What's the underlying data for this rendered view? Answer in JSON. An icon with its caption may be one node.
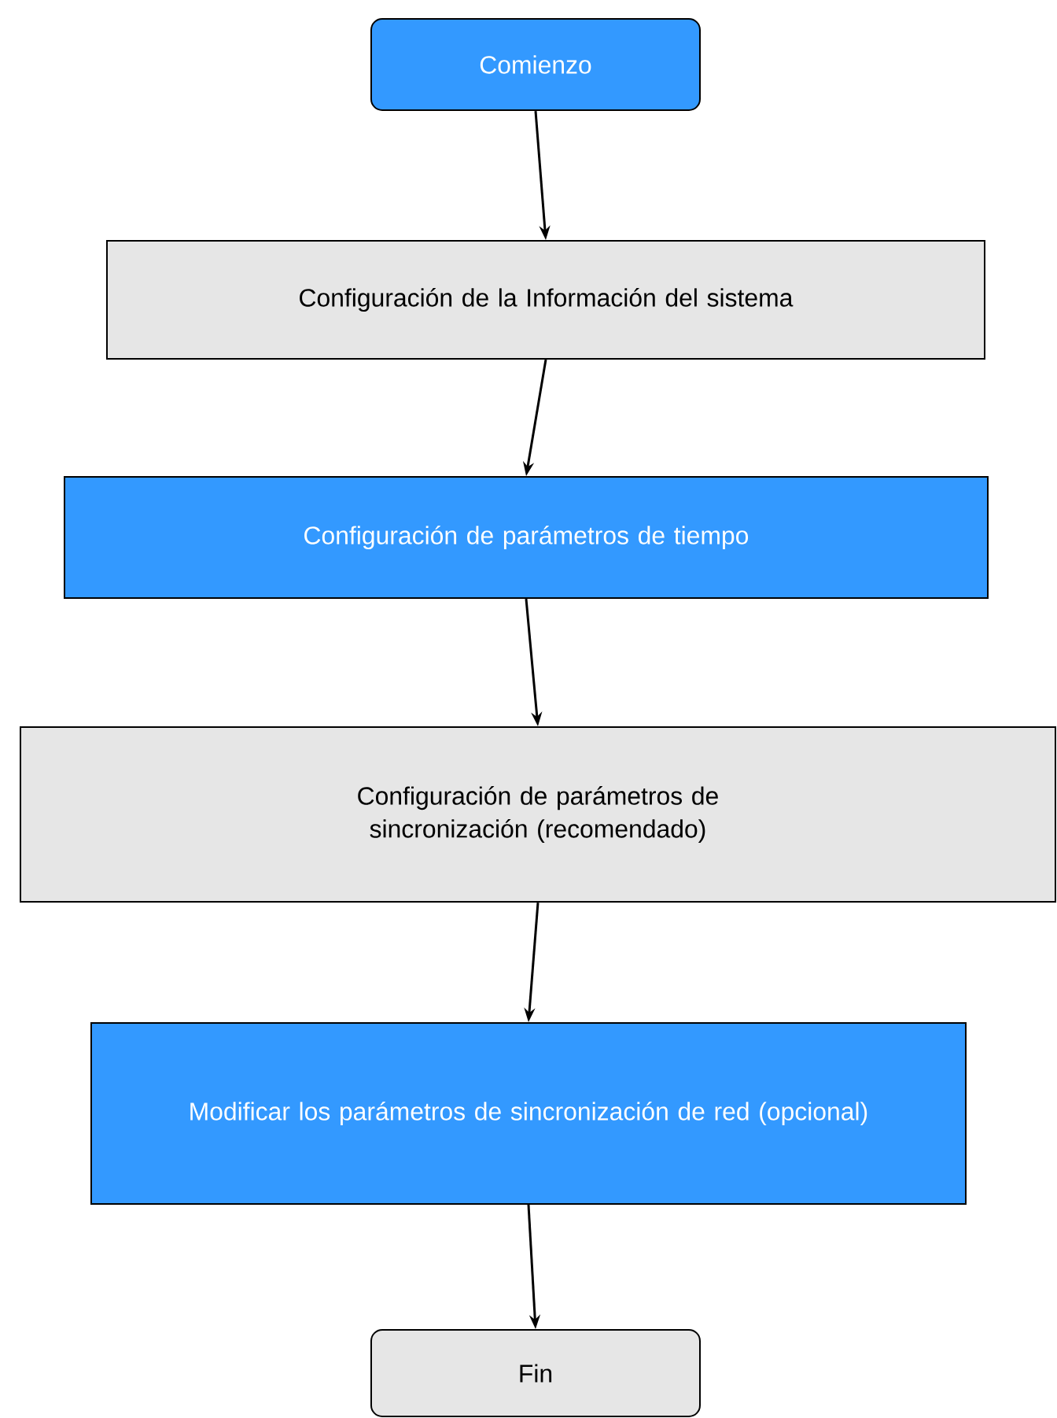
{
  "diagram": {
    "nodes": [
      {
        "text": [
          "Comienzo"
        ]
      },
      {
        "text": [
          "Configuración de la Información del sistema"
        ]
      },
      {
        "text": [
          "Configuración de parámetros de tiempo"
        ]
      },
      {
        "text": [
          "Configuración de parámetros de sincronización (recomendado)"
        ]
      },
      {
        "text": [
          "Modificar los parámetros de sincronización de red (opcional)"
        ]
      },
      {
        "text": [
          "Fin"
        ]
      }
    ],
    "edges": [
      {
        "from": 0,
        "to": 1,
        "arrow": "to"
      },
      {
        "from": 1,
        "to": 2,
        "arrow": "to"
      },
      {
        "from": 2,
        "to": 3,
        "arrow": "to"
      },
      {
        "from": 3,
        "to": 4,
        "arrow": "to"
      },
      {
        "from": 4,
        "to": 5,
        "arrow": "to"
      }
    ]
  }
}
